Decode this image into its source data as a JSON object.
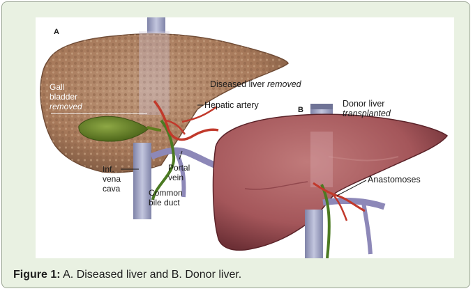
{
  "figure": {
    "panel_a_letter": "A",
    "panel_b_letter": "B",
    "labels": {
      "gall_bladder_line1": "Gall",
      "gall_bladder_line2": "bladder",
      "gall_bladder_line3": "removed",
      "diseased_prefix": "Diseased liver ",
      "diseased_suffix": "removed",
      "hepatic_artery": "Hepatic artery",
      "donor_line1": "Donor liver",
      "donor_line2": "transplanted",
      "portal_line1": "Portal",
      "portal_line2": "vein",
      "ivc_line1": "Inf.",
      "ivc_line2": "vena",
      "ivc_line3": "cava",
      "common_line1": "Common",
      "common_line2": "bile duct",
      "anastomoses": "Anastomoses"
    },
    "colors": {
      "diseased_liver": "#a7795a",
      "donor_liver": "#a4565a",
      "gall_bladder": "#5f7d1e",
      "artery": "#c1392b",
      "vein": "#8d88b8",
      "vena_cava": "#9c9fbf"
    }
  },
  "caption": {
    "label": "Figure 1:",
    "text": " A. Diseased liver and B. Donor liver."
  }
}
